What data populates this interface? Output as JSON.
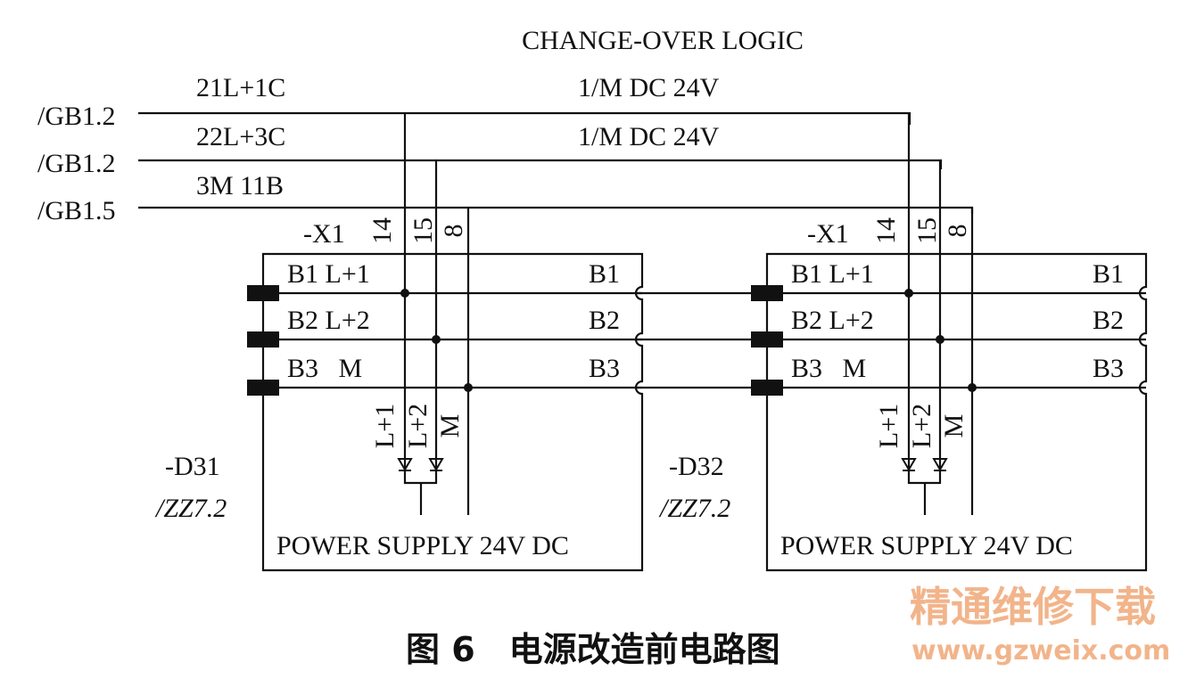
{
  "title": "CHANGE-OVER LOGIC",
  "feeders": [
    {
      "ref": "/GB1.2",
      "left_label": "21L+1C",
      "right_label": "1/M DC 24V"
    },
    {
      "ref": "/GB1.2",
      "left_label": "22L+3C",
      "right_label": "1/M DC 24V"
    },
    {
      "ref": "/GB1.5",
      "left_label": "3M 11B",
      "right_label": ""
    }
  ],
  "blocks": [
    {
      "id": "-D31",
      "ref": "/ZZ7.2",
      "connector": "-X1",
      "pins": [
        "14",
        "15",
        "8"
      ],
      "rows": [
        {
          "left": "B1 L+1",
          "right": "B1"
        },
        {
          "left": "B2 L+2",
          "right": "B2"
        },
        {
          "left": "B3   M",
          "right": "B3"
        }
      ],
      "internal": [
        "L+1",
        "L+2",
        "M"
      ],
      "name": "POWER SUPPLY 24V DC"
    },
    {
      "id": "-D32",
      "ref": "/ZZ7.2",
      "connector": "-X1",
      "pins": [
        "14",
        "15",
        "8"
      ],
      "rows": [
        {
          "left": "B1 L+1",
          "right": "B1"
        },
        {
          "left": "B2 L+2",
          "right": "B2"
        },
        {
          "left": "B3   M",
          "right": "B3"
        }
      ],
      "internal": [
        "L+1",
        "L+2",
        "M"
      ],
      "name": "POWER SUPPLY 24V DC"
    }
  ],
  "watermark": {
    "cn": "精通维修下载",
    "url": "www.gzweix.com"
  },
  "caption": "图 6　电源改造前电路图"
}
